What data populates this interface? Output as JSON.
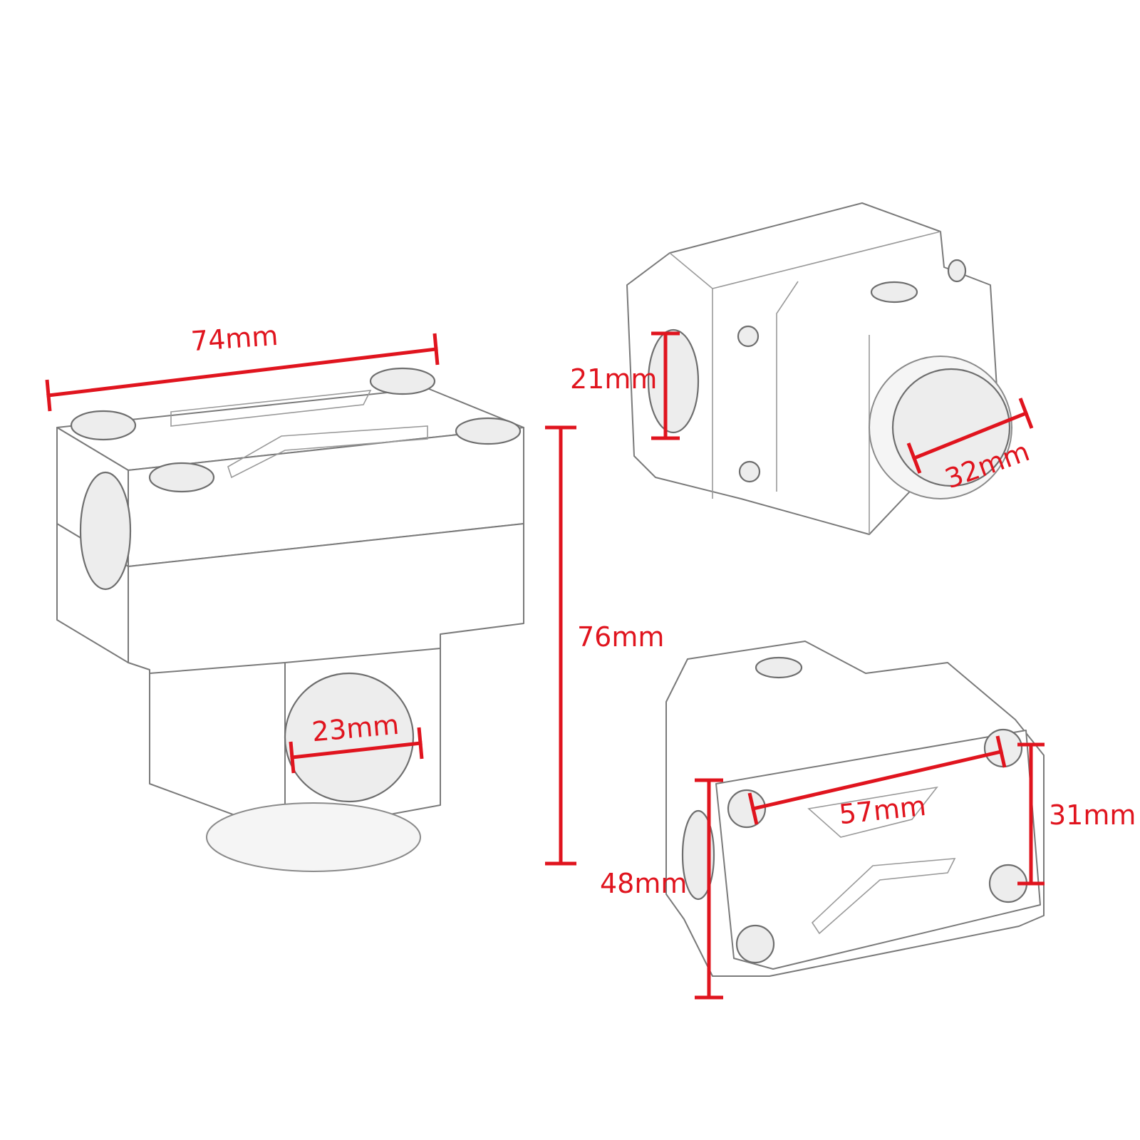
{
  "dimension_color": "#e0141e",
  "dimensions": {
    "top_width": "74mm",
    "overall_height": "76mm",
    "lower_bore": "23mm",
    "side_bore": "21mm",
    "clamp_bore": "32mm",
    "bolt_spacing_long": "57mm",
    "bolt_spacing_short": "31mm",
    "cap_height": "48mm"
  }
}
